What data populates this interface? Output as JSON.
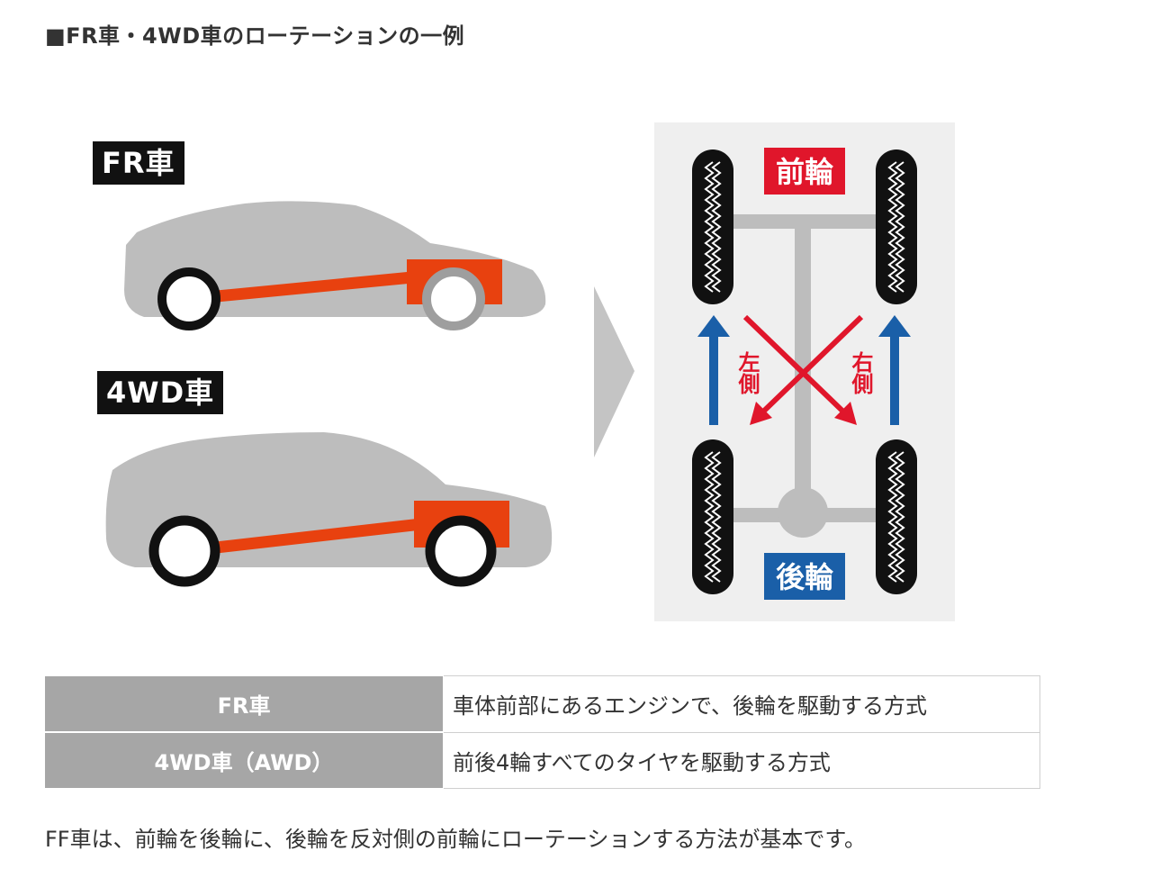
{
  "heading": "■FR車・4WD車のローテーションの一例",
  "cars": {
    "fr_label": "FR車",
    "awd_label": "4WD車"
  },
  "rotation": {
    "front_label": "前輪",
    "rear_label": "後輪",
    "left_label": "左側",
    "right_label": "右側"
  },
  "colors": {
    "drivetrain_orange": "#e8410f",
    "front_red": "#e0162b",
    "rear_blue": "#1a5fa8",
    "car_gray": "#bdbdbd",
    "panel_bg": "#efefef",
    "table_header": "#a6a6a6"
  },
  "table": {
    "rows": [
      {
        "label": "FR車",
        "desc": "車体前部にあるエンジンで、後輪を駆動する方式"
      },
      {
        "label": "4WD車（AWD）",
        "desc": "前後4輪すべてのタイヤを駆動する方式"
      }
    ]
  },
  "footnote": "FF車は、前輪を後輪に、後輪を反対側の前輪にローテーションする方法が基本です。"
}
